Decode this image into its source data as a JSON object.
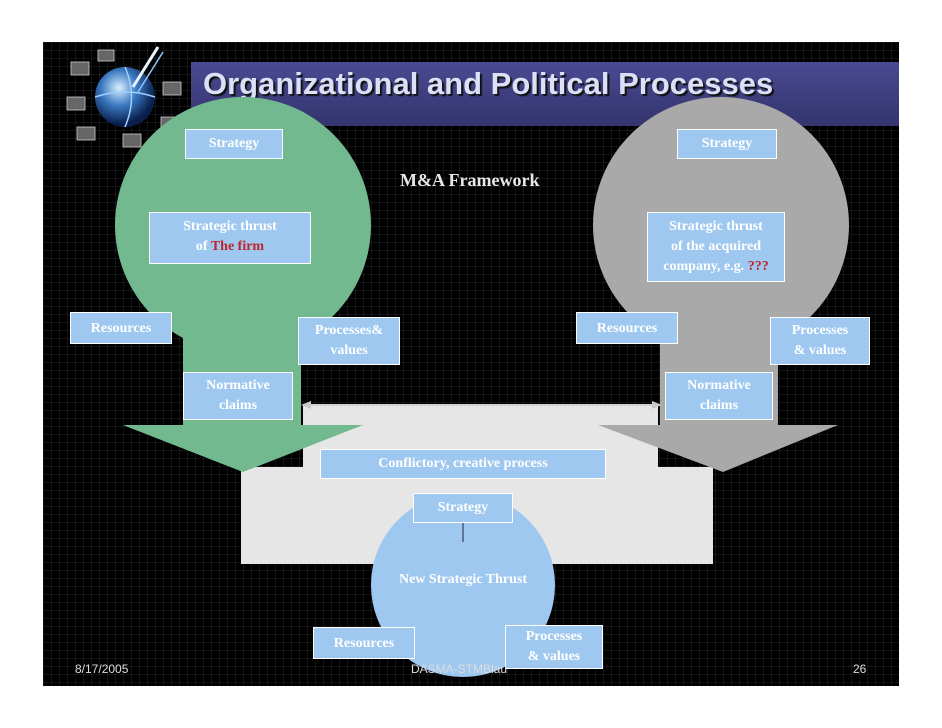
{
  "slide": {
    "title": "Organizational and Political Processes",
    "subtitle": "M&A Framework",
    "colors": {
      "left_circle": "#72b98f",
      "right_circle": "#a9a9a9",
      "bottom_circle": "#9ec8f0",
      "box_fill": "#9ec8f0",
      "title_bar": "#3b3b7a",
      "highlight_red": "#c0242a"
    },
    "left_firm": {
      "strategy": "Strategy",
      "thrust_line1": "Strategic thrust",
      "thrust_line2_prefix": "of",
      "thrust_highlight": "The firm",
      "resources": "Resources",
      "processes_line1": "Processes&",
      "processes_line2": "values",
      "normative_line1": "Normative",
      "normative_line2": "claims"
    },
    "right_firm": {
      "strategy": "Strategy",
      "thrust_line1": "Strategic thrust",
      "thrust_line2": "of the acquired",
      "thrust_line3_prefix": "company, e.g.",
      "thrust_highlight": "???",
      "resources": "Resources",
      "processes_line1": "Processes",
      "processes_line2": "& values",
      "normative_line1": "Normative",
      "normative_line2": "claims"
    },
    "middle": {
      "conflict": "Conflictory, creative process"
    },
    "new_firm": {
      "strategy": "Strategy",
      "thrust": "New Strategic Thrust",
      "resources": "Resources",
      "processes_line1": "Processes",
      "processes_line2": "& values"
    },
    "footer": {
      "date": "8/17/2005",
      "center": "DASMA-STMBlau",
      "page": "26"
    }
  }
}
